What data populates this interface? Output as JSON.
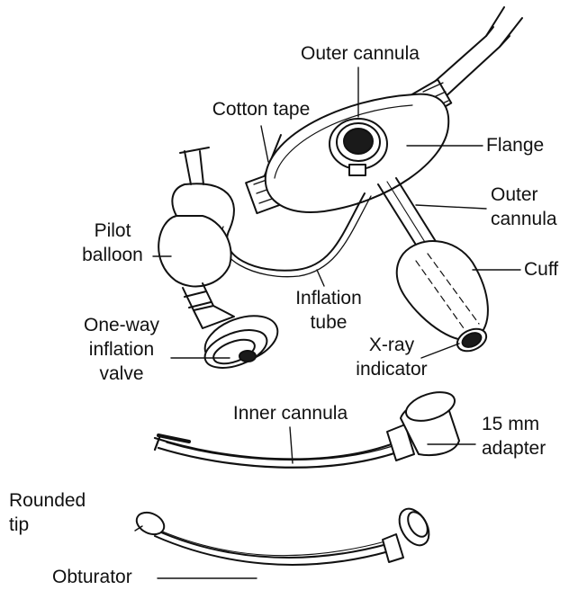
{
  "labels": {
    "outer_cannula_top": "Outer cannula",
    "cotton_tape": "Cotton tape",
    "flange": "Flange",
    "outer_cannula_side_1": "Outer",
    "outer_cannula_side_2": "cannula",
    "pilot_balloon_1": "Pilot",
    "pilot_balloon_2": "balloon",
    "cuff": "Cuff",
    "inflation_tube_1": "Inflation",
    "inflation_tube_2": "tube",
    "one_way_1": "One-way",
    "one_way_2": "inflation",
    "one_way_3": "valve",
    "xray_1": "X-ray",
    "xray_2": "indicator",
    "inner_cannula": "Inner cannula",
    "adapter_1": "15 mm",
    "adapter_2": "adapter",
    "rounded_tip_1": "Rounded",
    "rounded_tip_2": "tip",
    "obturator": "Obturator"
  },
  "colors": {
    "ink": "#111111",
    "fill": "#ffffff",
    "dark": "#1a1a1a"
  }
}
